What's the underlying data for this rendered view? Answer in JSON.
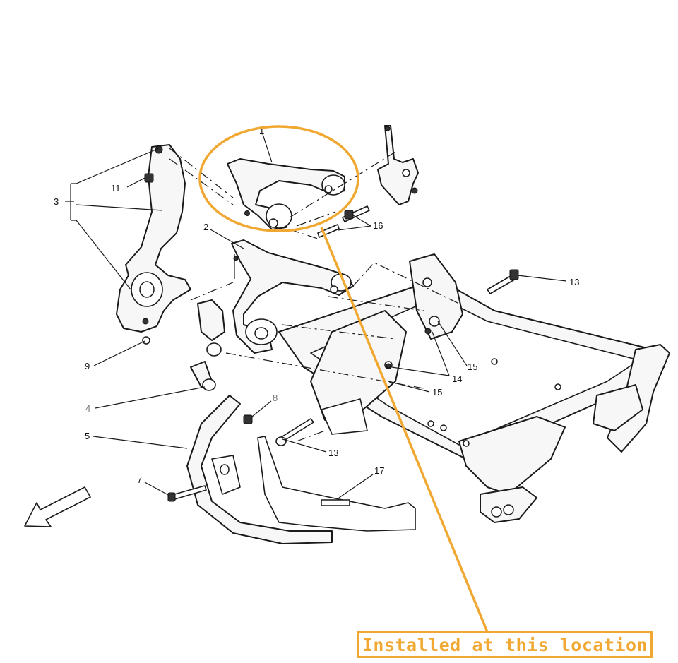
{
  "diagram": {
    "callouts": [
      {
        "id": "c1",
        "label": "1"
      },
      {
        "id": "c2",
        "label": "2"
      },
      {
        "id": "c3",
        "label": "3"
      },
      {
        "id": "c4",
        "label": "4"
      },
      {
        "id": "c5",
        "label": "5"
      },
      {
        "id": "c7",
        "label": "7"
      },
      {
        "id": "c8",
        "label": "8"
      },
      {
        "id": "c9",
        "label": "9"
      },
      {
        "id": "c11",
        "label": "11"
      },
      {
        "id": "c13a",
        "label": "13"
      },
      {
        "id": "c13b",
        "label": "13"
      },
      {
        "id": "c14",
        "label": "14"
      },
      {
        "id": "c15a",
        "label": "15"
      },
      {
        "id": "c15b",
        "label": "15"
      },
      {
        "id": "c16",
        "label": "16"
      },
      {
        "id": "c17",
        "label": "17"
      }
    ]
  },
  "annotation": {
    "caption": "Installed at this location",
    "highlight_color": "#f0a832"
  }
}
